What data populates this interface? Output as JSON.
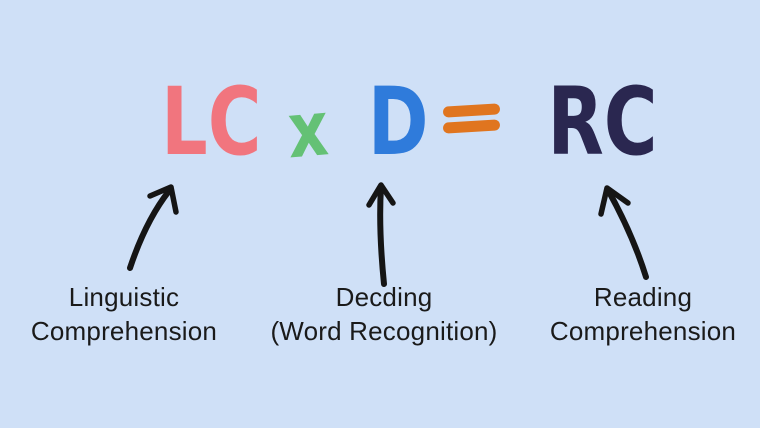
{
  "equation": {
    "lc": "LC",
    "multiply_sign": "x",
    "d": "D",
    "equals_sign": "=",
    "rc": "RC"
  },
  "annotations": {
    "lc_label_line1": "Linguistic",
    "lc_label_line2": "Comprehension",
    "d_label_line1": "Decding",
    "d_label_line2": "(Word Recognition)",
    "rc_label_line1": "Reading",
    "rc_label_line2": "Comprehension"
  },
  "colors": {
    "background": "#CFE0F7",
    "lc": "#F1757E",
    "multiply": "#64C175",
    "d": "#2F7BDB",
    "equals": "#E0751F",
    "rc": "#2A2750",
    "arrows": "#151515",
    "label_text": "#1A1A1A"
  }
}
